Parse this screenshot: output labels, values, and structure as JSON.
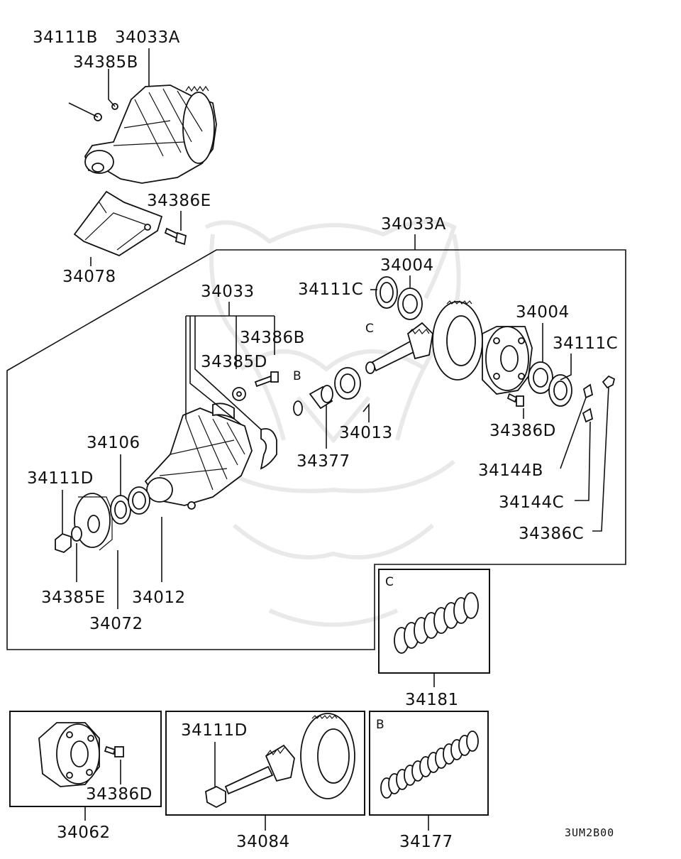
{
  "parts": {
    "p34111B": "34111B",
    "p34033A_top": "34033A",
    "p34385B": "34385B",
    "p34386E": "34386E",
    "p34078": "34078",
    "p34033A_frame": "34033A",
    "p34004_a": "34004",
    "p34111C_a": "34111C",
    "p34033": "34033",
    "p34386B": "34386B",
    "p34385D": "34385D",
    "p34004_b": "34004",
    "p34111C_b": "34111C",
    "p34013": "34013",
    "p34377": "34377",
    "p34386D_a": "34386D",
    "p34144B": "34144B",
    "p34144C": "34144C",
    "p34386C": "34386C",
    "p34106": "34106",
    "p34111D_a": "34111D",
    "p34385E": "34385E",
    "p34012": "34012",
    "p34072": "34072",
    "p34181": "34181",
    "p34062": "34062",
    "p34386D_b": "34386D",
    "p34111D_b": "34111D",
    "p34084": "34084",
    "p34177": "34177"
  },
  "refs": {
    "ref_B": "B",
    "ref_C": "C",
    "ref_C_box": "C",
    "ref_B_box": "B"
  },
  "diagram_code": "3UM2B00"
}
